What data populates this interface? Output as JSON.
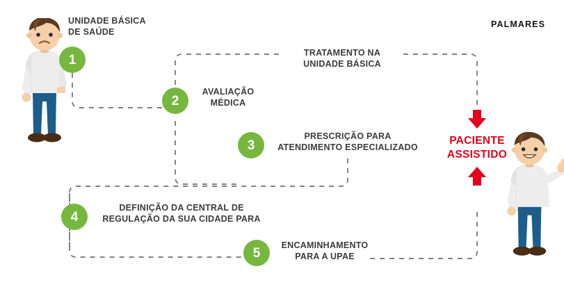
{
  "brand": {
    "label": "PALMARES"
  },
  "colors": {
    "green": "#76b83f",
    "red": "#e2001a",
    "text_dark": "#3b3b3b",
    "dash_gray": "#6f6f6f",
    "skin": "#f5d0a9",
    "hair": "#5c3a21",
    "shirt": "#eeeeee",
    "pants": "#1c5d8c",
    "shoes": "#4a2c17",
    "background": "#ffffff"
  },
  "steps": [
    {
      "number": "1",
      "label": "UNIDADE BÁSICA\nDE SAÚDE"
    },
    {
      "number": "2",
      "label": "AVALIAÇÃO\nMÉDICA"
    },
    {
      "number": "3",
      "label": "PRESCRIÇÃO PARA\nATENDIMENTO ESPECIALIZADO"
    },
    {
      "number": "4",
      "label": "DEFINIÇÃO DA CENTRAL DE\nREGULAÇÃO DA SUA CIDADE PARA"
    },
    {
      "number": "5",
      "label": "ENCAMINHAMENTO\nPARA A UPAE"
    }
  ],
  "branch": {
    "label": "TRATAMENTO  NA\nUNIDADE BÁSICA"
  },
  "result": {
    "label": "PACIENTE\nASSISTIDO"
  },
  "figures": {
    "patient_start": {
      "name": "sad-patient-figure",
      "mood": "sad"
    },
    "patient_end": {
      "name": "happy-patient-figure",
      "mood": "happy-thumbs-up"
    }
  },
  "icons": {
    "arrow_down": "arrow-down-icon",
    "arrow_up": "arrow-up-icon"
  }
}
